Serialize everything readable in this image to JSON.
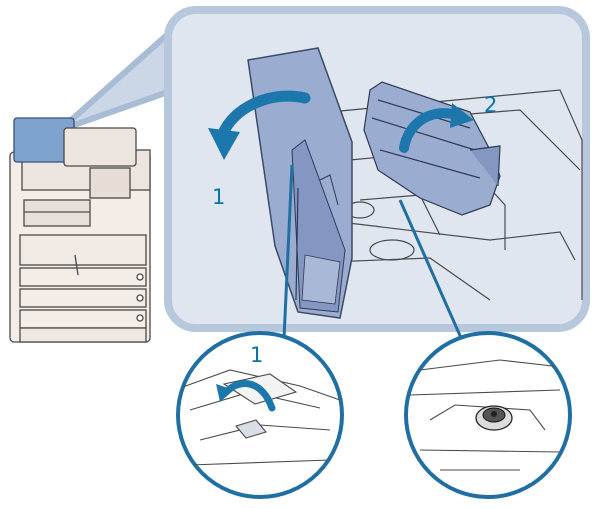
{
  "figure": {
    "steps": {
      "main_cover_step": "1",
      "main_guide_step": "2",
      "detail_lever_step": "1"
    },
    "colors": {
      "accent_blue": "#0a73a8",
      "panel_bg": "#dfe6f0",
      "panel_border": "#a9bcd6",
      "cover_fill": "#9aacd0",
      "arrow_blue": "#1c77ad",
      "line_gray": "#4a4a4a"
    },
    "icons": {
      "copier": "copier-machine-icon",
      "open_arrow": "curved-arrow-icon",
      "lever": "lever-icon",
      "roller": "roller-icon"
    }
  }
}
